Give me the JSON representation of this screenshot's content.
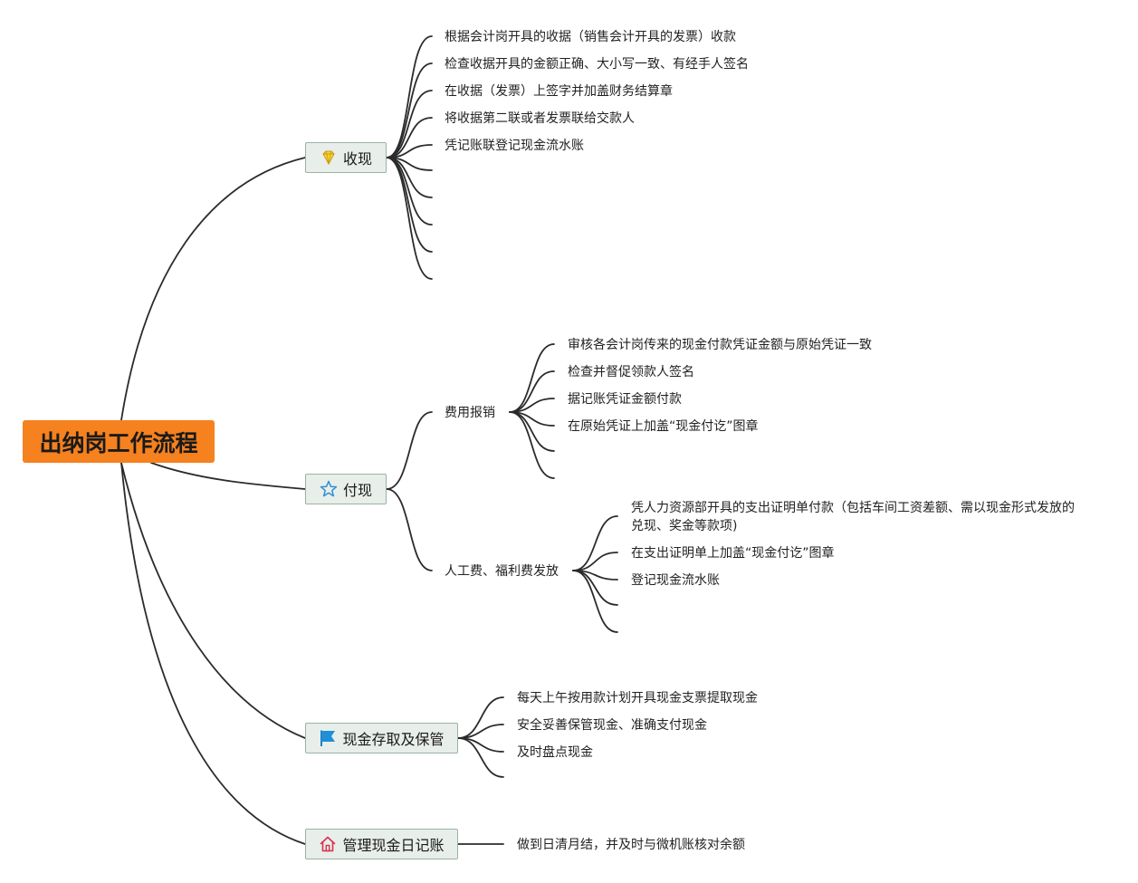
{
  "root": {
    "title": "出纳岗工作流程"
  },
  "branches": {
    "shouxian": {
      "label": "收现",
      "icon": "gem-icon",
      "items": [
        "根据会计岗开具的收据（销售会计开具的发票）收款",
        "检查收据开具的金额正确、大小写一致、有经手人签名",
        "在收据（发票）上签字并加盖财务结算章",
        "将收据第二联或者发票联给交款人",
        "凭记账联登记现金流水账"
      ]
    },
    "fuxian": {
      "label": "付现",
      "icon": "star-icon",
      "sub1": {
        "label": "费用报销",
        "items": [
          "审核各会计岗传来的现金付款凭证金额与原始凭证一致",
          "检查并督促领款人签名",
          "据记账凭证金额付款",
          "在原始凭证上加盖“现金付讫”图章"
        ]
      },
      "sub2": {
        "label": "人工费、福利费发放",
        "items": [
          "凭人力资源部开具的支出证明单付款（包括车间工资差额、需以现金形式发放的兑现、奖金等款项)",
          "在支出证明单上加盖“现金付讫”图章",
          "登记现金流水账"
        ]
      }
    },
    "cunqu": {
      "label": "现金存取及保管",
      "icon": "flag-icon",
      "items": [
        "每天上午按用款计划开具现金支票提取现金",
        "安全妥善保管现金、准确支付现金",
        "及时盘点现金"
      ]
    },
    "rijizhang": {
      "label": "管理现金日记账",
      "icon": "home-icon",
      "items": [
        "做到日清月结，并及时与微机账核对余额"
      ]
    }
  },
  "colors": {
    "root_fill": "#f5811f",
    "branch_fill": "#e8eee9",
    "branch_border": "#9bb2a3",
    "line": "#2b2b2b"
  }
}
